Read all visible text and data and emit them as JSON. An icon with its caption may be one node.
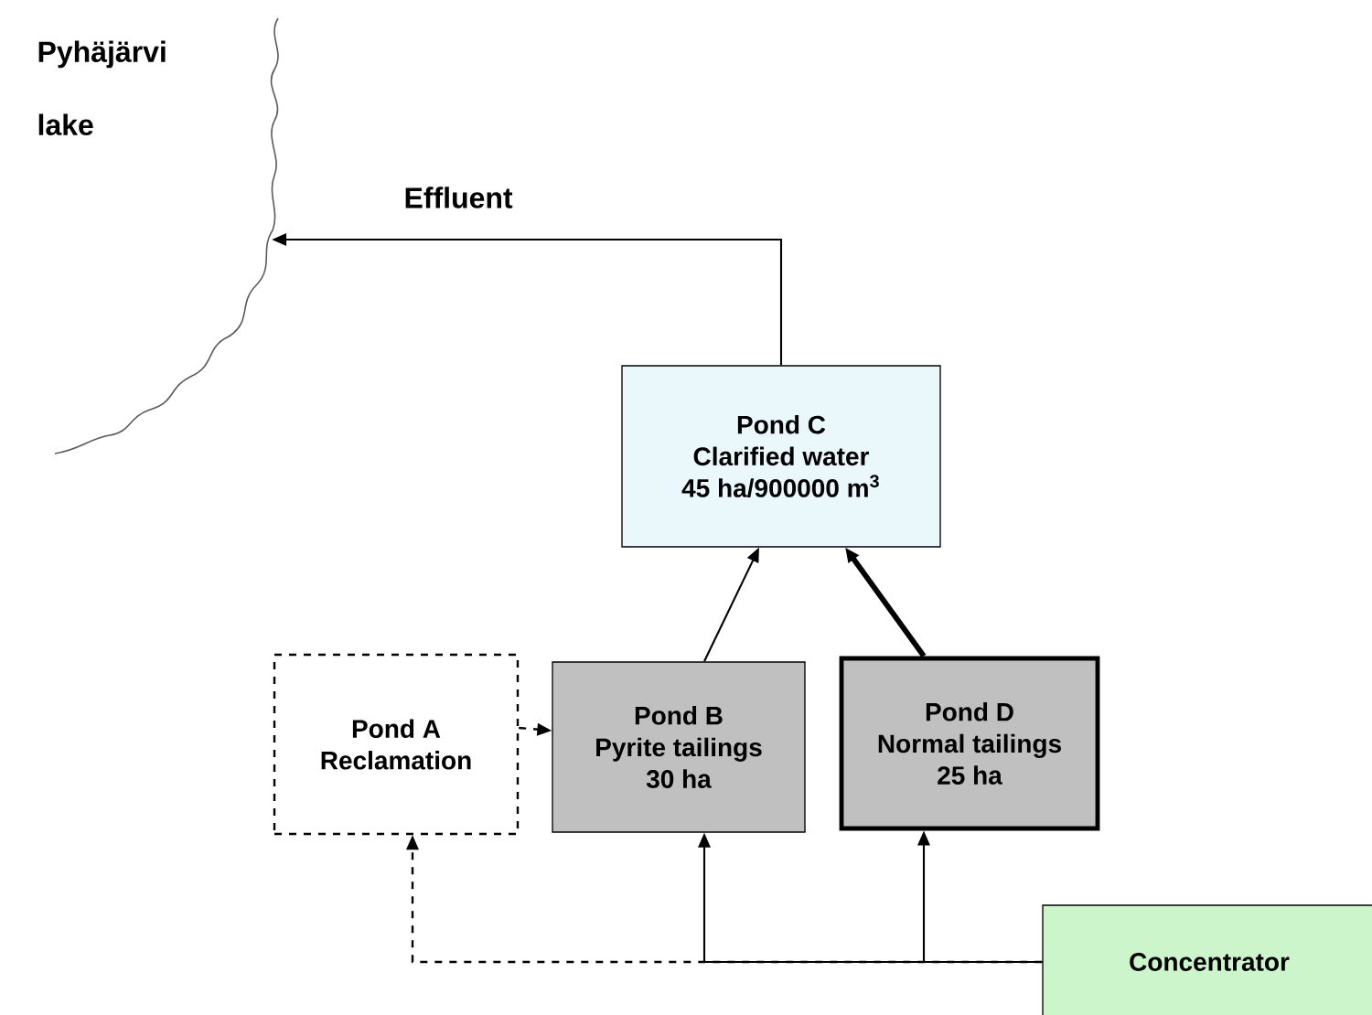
{
  "diagram": {
    "nodes": [
      {
        "text": [
          "Pyhäjärvi lake"
        ]
      },
      {
        "text": [
          "Pond C",
          "Clarified water",
          "45 ha/900000 m$^{3}$"
        ]
      },
      {
        "text": [
          "Pond A",
          "Reclamation"
        ]
      },
      {
        "text": [
          "Pond B",
          "Pyrite tailings",
          "30 ha"
        ]
      },
      {
        "text": [
          "Pond D",
          "Normal tailings",
          "25 ha"
        ]
      },
      {
        "text": [
          "Concentrator"
        ]
      }
    ],
    "edges": [
      {
        "from": 1,
        "to": 0,
        "arrow": "to",
        "label": "Effluent"
      },
      {
        "from": 3,
        "to": 1,
        "arrow": "to"
      },
      {
        "from": 4,
        "to": 1,
        "arrow": "to",
        "style": "thick"
      },
      {
        "from": 2,
        "to": 3,
        "arrow": "to",
        "style": "dashed"
      },
      {
        "from": 5,
        "to": 2,
        "arrow": "to",
        "style": "dashed"
      },
      {
        "from": 5,
        "to": 3,
        "arrow": "to"
      },
      {
        "from": 5,
        "to": 4,
        "arrow": "to"
      }
    ]
  }
}
